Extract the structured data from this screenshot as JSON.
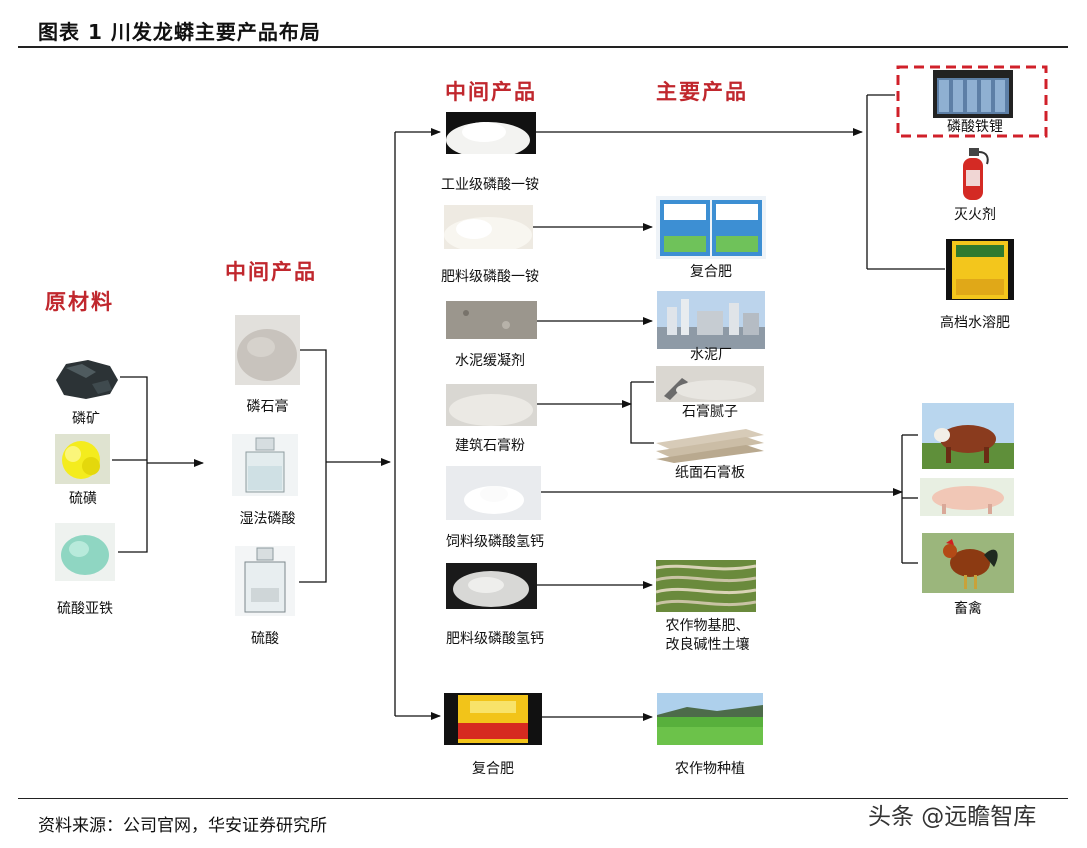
{
  "title": "图表 1  川发龙蟒主要产品布局",
  "headers": {
    "raw_materials": "原材料",
    "intermediate_left": "中间产品",
    "intermediate_right": "中间产品",
    "main_products": "主要产品"
  },
  "raw_materials": [
    "磷矿",
    "硫磺",
    "硫酸亚铁"
  ],
  "intermediates": [
    "磷石膏",
    "湿法磷酸",
    "硫酸"
  ],
  "mid_products": [
    "工业级磷酸一铵",
    "肥料级磷酸一铵",
    "水泥缓凝剂",
    "建筑石膏粉",
    "饲料级磷酸氢钙",
    "肥料级磷酸氢钙",
    "复合肥"
  ],
  "main_products": {
    "lfp": "磷酸铁锂",
    "extinguisher": "灭火剂",
    "water_fertilizer": "高档水溶肥",
    "compound_fertilizer": "复合肥",
    "cement_plant": "水泥厂",
    "putty": "石膏腻子",
    "gypsum_board": "纸面石膏板",
    "livestock": "畜禽",
    "crop_fertilizer_line1": "农作物基肥、",
    "crop_fertilizer_line2": "改良碱性土壤",
    "crop_planting": "农作物种植"
  },
  "source": "资料来源：公司官网，华安证券研究所",
  "watermark": "头条 @远瞻智库",
  "colors": {
    "accent": "#c0272d",
    "line": "#111111"
  }
}
